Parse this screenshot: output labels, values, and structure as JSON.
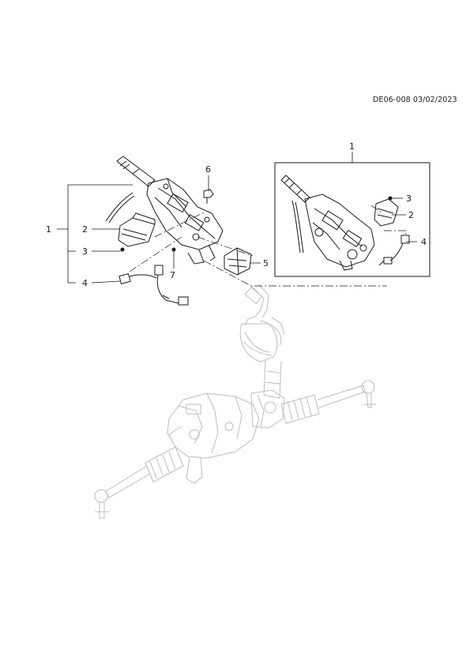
{
  "document_ref": "DE06-008 03/02/2023",
  "callouts": {
    "main_1": "1",
    "main_2": "2",
    "main_3": "3",
    "main_4": "4",
    "main_5": "5",
    "main_6": "6",
    "main_7": "7",
    "inset_1": "1",
    "inset_2": "2",
    "inset_3": "3",
    "inset_4": "4"
  },
  "colors": {
    "line": "#1a1a1a",
    "ghost": "#bdbdbd"
  }
}
